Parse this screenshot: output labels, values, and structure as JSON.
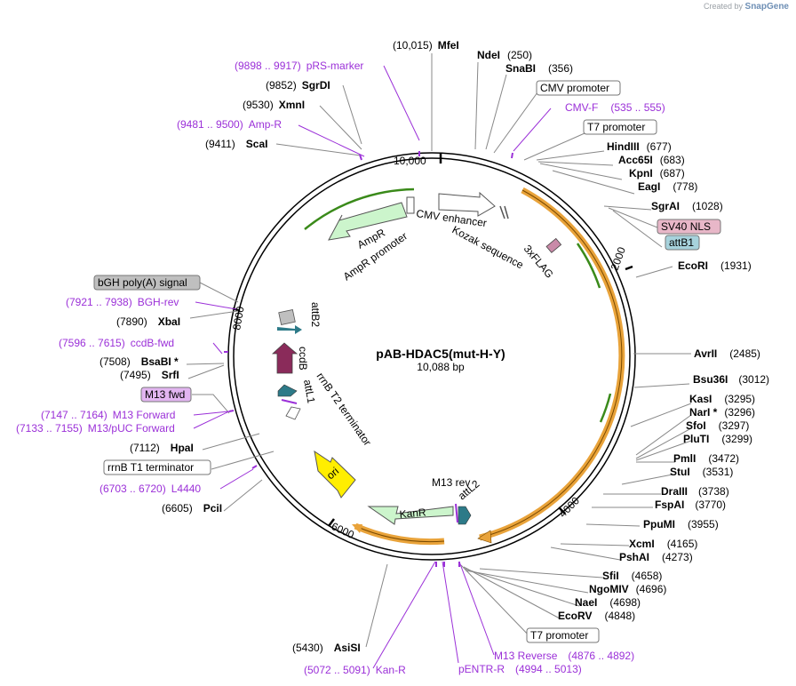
{
  "credit": {
    "prefix": "Created by",
    "brand": "SnapGene"
  },
  "plasmid": {
    "name": "pAB-HDAC5(mut-H-Y)",
    "length_label": "10,088 bp"
  },
  "ticks": [
    "10,000",
    "2000",
    "4000",
    "6000",
    "8000"
  ],
  "features_inside": {
    "cmv_enhancer": "CMV enhancer",
    "kozak": "Kozak sequence",
    "flag": "3xFLAG",
    "ampr": "AmpR",
    "ampr_promoter": "AmpR promoter",
    "attb2": "attB2",
    "ccdb": "ccdB",
    "rrnb_t2": "rrnB T2 terminator",
    "attl1": "attL1",
    "ori": "ori",
    "kanr": "KanR",
    "m13rev": "M13 rev",
    "attl2": "attL2"
  },
  "boxed_labels": {
    "cmv_promoter": "CMV promoter",
    "t7_promoter_top": "T7 promoter",
    "sv40_nls": "SV40 NLS",
    "attb1": "attB1",
    "bgh_polya": "bGH poly(A) signal",
    "m13_fwd": "M13 fwd",
    "rrnb_t1": "rrnB T1 terminator",
    "t7_promoter_bottom": "T7 promoter"
  },
  "enzymes": [
    {
      "name": "MfeI",
      "pos": "(10,015)"
    },
    {
      "name": "NdeI",
      "pos": "(250)"
    },
    {
      "name": "SnaBI",
      "pos": "(356)"
    },
    {
      "name": "SgrDI",
      "pos": "(9852)"
    },
    {
      "name": "XmnI",
      "pos": "(9530)"
    },
    {
      "name": "ScaI",
      "pos": "(9411)"
    },
    {
      "name": "HindIII",
      "pos": "(677)"
    },
    {
      "name": "Acc65I",
      "pos": "(683)"
    },
    {
      "name": "KpnI",
      "pos": "(687)"
    },
    {
      "name": "EagI",
      "pos": "(778)"
    },
    {
      "name": "SgrAI",
      "pos": "(1028)"
    },
    {
      "name": "EcoRI",
      "pos": "(1931)"
    },
    {
      "name": "AvrII",
      "pos": "(2485)"
    },
    {
      "name": "Bsu36I",
      "pos": "(3012)"
    },
    {
      "name": "KasI",
      "pos": "(3295)"
    },
    {
      "name": "NarI *",
      "pos": "(3296)"
    },
    {
      "name": "SfoI",
      "pos": "(3297)"
    },
    {
      "name": "PluTI",
      "pos": "(3299)"
    },
    {
      "name": "PmlI",
      "pos": "(3472)"
    },
    {
      "name": "StuI",
      "pos": "(3531)"
    },
    {
      "name": "DraIII",
      "pos": "(3738)"
    },
    {
      "name": "FspAI",
      "pos": "(3770)"
    },
    {
      "name": "PpuMI",
      "pos": "(3955)"
    },
    {
      "name": "XcmI",
      "pos": "(4165)"
    },
    {
      "name": "PshAI",
      "pos": "(4273)"
    },
    {
      "name": "SfiI",
      "pos": "(4658)"
    },
    {
      "name": "NgoMIV",
      "pos": "(4696)"
    },
    {
      "name": "NaeI",
      "pos": "(4698)"
    },
    {
      "name": "EcoRV",
      "pos": "(4848)"
    },
    {
      "name": "AsiSI",
      "pos": "(5430)"
    },
    {
      "name": "PciI",
      "pos": "(6605)"
    },
    {
      "name": "HpaI",
      "pos": "(7112)"
    },
    {
      "name": "SrfI",
      "pos": "(7495)"
    },
    {
      "name": "BsaBI *",
      "pos": "(7508)"
    },
    {
      "name": "XbaI",
      "pos": "(7890)"
    }
  ],
  "primers": [
    {
      "name": "pRS-marker",
      "range": "(9898 .. 9917)"
    },
    {
      "name": "Amp-R",
      "range": "(9481 .. 9500)"
    },
    {
      "name": "CMV-F",
      "range": "(535 .. 555)"
    },
    {
      "name": "BGH-rev",
      "range": "(7921 .. 7938)"
    },
    {
      "name": "ccdB-fwd",
      "range": "(7596 .. 7615)"
    },
    {
      "name": "M13 Forward",
      "range": "(7147 .. 7164)"
    },
    {
      "name": "M13/pUC Forward",
      "range": "(7133 .. 7155)"
    },
    {
      "name": "L4440",
      "range": "(6703 .. 6720)"
    },
    {
      "name": "M13 Reverse",
      "range": "(4876 .. 4892)"
    },
    {
      "name": "pENTR-R",
      "range": "(4994 .. 5013)"
    },
    {
      "name": "Kan-R",
      "range": "(5072 .. 5091)"
    }
  ],
  "colors": {
    "primer": "#9b30d8",
    "orf_orange": "#e9a33a",
    "ampr_fill": "#ccf5cc",
    "ccdb_fill": "#8a2b5a",
    "ori_fill": "#ffee00",
    "kanr_fill": "#ccf5cc",
    "sv40_fill": "#e8b7c8",
    "attb1_fill": "#a7d2dc",
    "bgh_fill": "#bfbfbf",
    "m13fwd_fill": "#e2b5f0"
  }
}
